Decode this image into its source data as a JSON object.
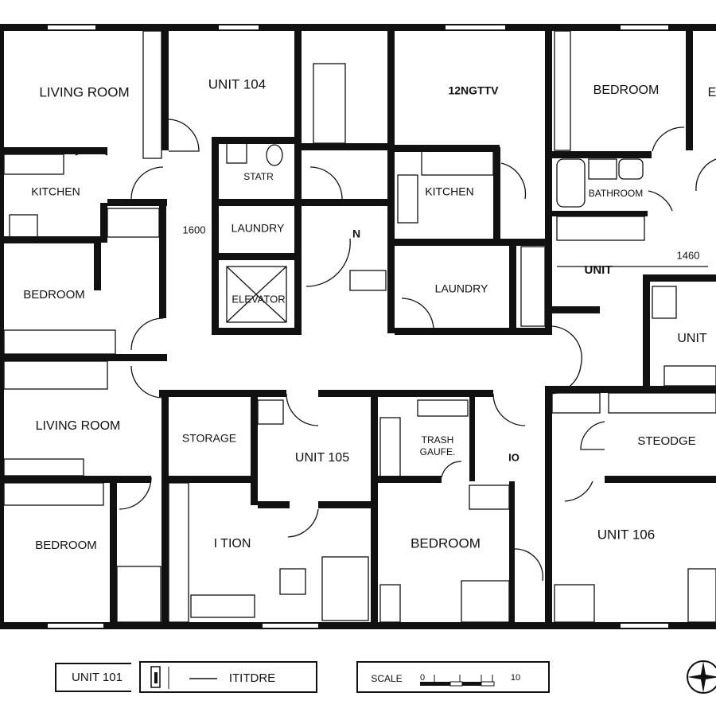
{
  "plan": {
    "rooms": {
      "living_room_top": "LIVING ROOM",
      "unit_104": "UNIT 104",
      "top_mid_label": "12NGTTV",
      "bedroom_top_right": "BEDROOM",
      "edge_letter": "E",
      "kitchen_left": "KITCHEN",
      "stair": "STATR",
      "kitchen_mid": "KITCHEN",
      "bathroom": "BATHROOM",
      "dim_1600": "1600",
      "laundry_left": "LAUNDRY",
      "north_mark": "N",
      "dim_1460": "1460",
      "unit_right_a": "UNIT",
      "bedroom_left": "BEDROOM",
      "laundry_mid": "LAUNDRY",
      "elevator": "ELEVATOR",
      "unit_right_b": "UNIT",
      "living_room_bottom": "LIVING ROOM",
      "storage": "STORAGE",
      "unit_105": "UNIT 105",
      "trash_1": "TRASH",
      "trash_2": "GAUFE.",
      "io_mark": "IO",
      "storage_right": "STEODGE",
      "bedroom_bottom_left": "BEDROOM",
      "tion": "I TION",
      "bedroom_bottom_mid": "BEDROOM",
      "unit_106": "UNIT 106"
    }
  },
  "legend": {
    "unit_label": "UNIT 101",
    "key_text": "ITITDRE",
    "scale_label": "SCALE",
    "scale_start": "0",
    "scale_end": "10",
    "compass_icon": "compass-icon"
  }
}
